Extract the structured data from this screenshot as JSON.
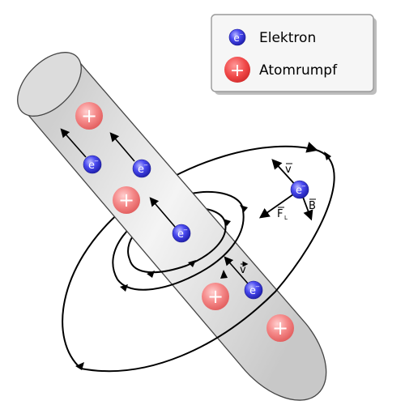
{
  "legend": {
    "electron_label": "Elektron",
    "ion_label": "Atomrumpf"
  },
  "symbols": {
    "electron": "e",
    "electron_charge": "−",
    "ion": "+"
  },
  "vectors": {
    "velocity": "v",
    "field": "B",
    "force": "F",
    "force_subscript": "L"
  },
  "colors": {
    "electron": "#3a3ae0",
    "ion": "#f07878",
    "conductor": "#e6e6e6",
    "outline": "#000000"
  }
}
